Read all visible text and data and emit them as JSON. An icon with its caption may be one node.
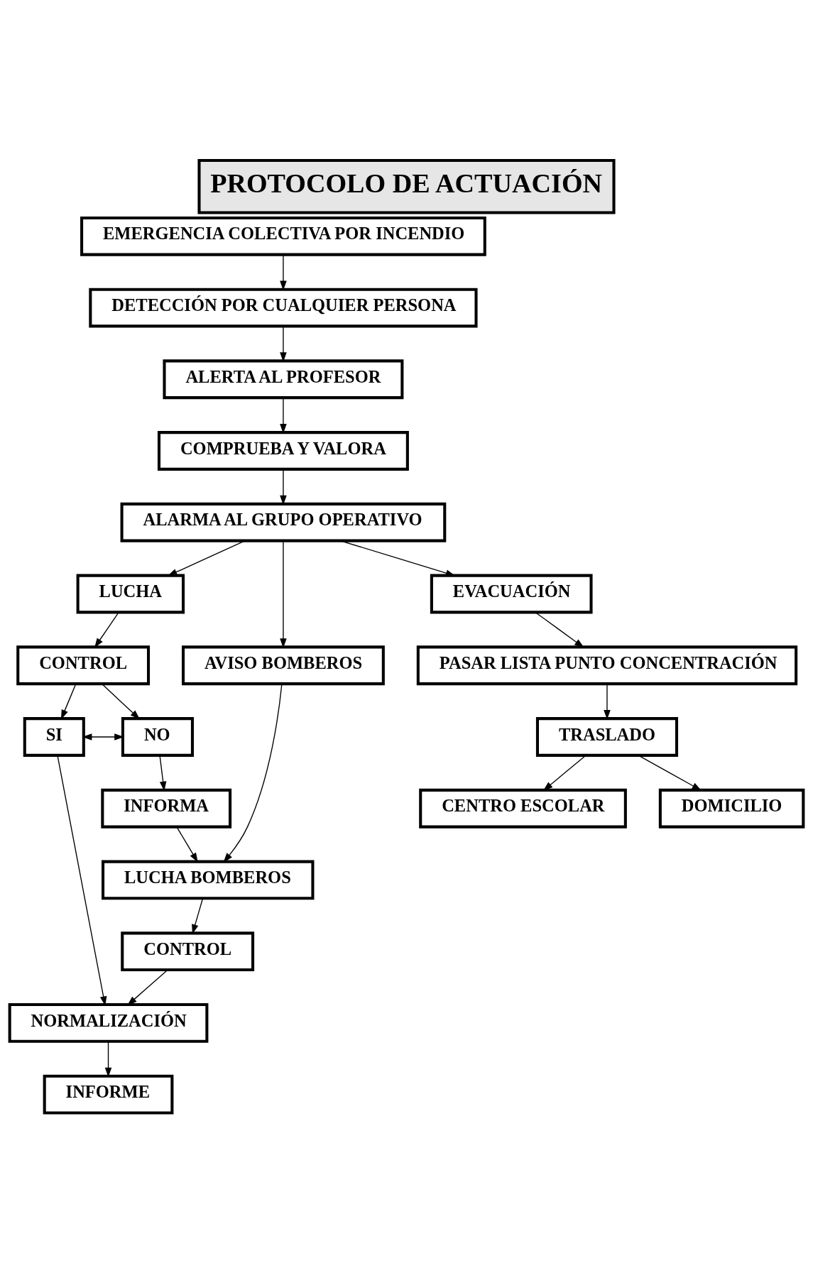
{
  "diagram": {
    "title": "PROTOCOLO DE ACTUACIÓN",
    "nodes": [
      {
        "text": [
          "EMERGENCIA COLECTIVA POR INCENDIO"
        ]
      },
      {
        "text": [
          "DETECCIÓN POR CUALQUIER PERSONA"
        ]
      },
      {
        "text": [
          "ALERTA AL PROFESOR"
        ]
      },
      {
        "text": [
          "COMPRUEBA Y VALORA"
        ]
      },
      {
        "text": [
          "ALARMA AL GRUPO OPERATIVO"
        ]
      },
      {
        "text": [
          "LUCHA"
        ]
      },
      {
        "text": [
          "AVISO BOMBEROS"
        ]
      },
      {
        "text": [
          "EVACUACIÓN"
        ]
      },
      {
        "text": [
          "CONTROL"
        ]
      },
      {
        "text": [
          "INFORMA"
        ]
      },
      {
        "text": [
          "SI"
        ]
      },
      {
        "text": [
          "NO"
        ]
      },
      {
        "text": [
          "LUCHA BOMBEROS"
        ]
      },
      {
        "text": [
          "PASAR LISTA PUNTO CONCENTRACIÓN"
        ]
      },
      {
        "text": [
          "CONTROL"
        ]
      },
      {
        "text": [
          "TRASLADO"
        ]
      },
      {
        "text": [
          "NORMALIZACIÓN"
        ]
      },
      {
        "text": [
          "INFORME"
        ]
      },
      {
        "text": [
          "CENTRO ESCOLAR"
        ]
      },
      {
        "text": [
          "DOMICILIO"
        ]
      }
    ],
    "edges": [
      {
        "from": 0,
        "to": 1,
        "arrow": "to"
      },
      {
        "from": 1,
        "to": 2,
        "arrow": "to"
      },
      {
        "from": 2,
        "to": 3,
        "arrow": "to"
      },
      {
        "from": 3,
        "to": 4,
        "arrow": "to"
      },
      {
        "from": 4,
        "to": 5,
        "arrow": "to"
      },
      {
        "from": 4,
        "to": 6,
        "arrow": "to"
      },
      {
        "from": 4,
        "to": 7,
        "arrow": "to"
      },
      {
        "from": 5,
        "to": 8,
        "arrow": "to"
      },
      {
        "from": 8,
        "to": 10,
        "arrow": "to"
      },
      {
        "from": 8,
        "to": 11,
        "arrow": "to"
      },
      {
        "from": 10,
        "to": 11,
        "arrow": "both"
      },
      {
        "from": 11,
        "to": 9,
        "arrow": "to"
      },
      {
        "from": 9,
        "to": 12,
        "arrow": "to"
      },
      {
        "from": 6,
        "to": 12,
        "arrow": "to"
      },
      {
        "from": 7,
        "to": 13,
        "arrow": "to"
      },
      {
        "from": 10,
        "to": 16,
        "arrow": "to"
      },
      {
        "from": 12,
        "to": 14,
        "arrow": "to"
      },
      {
        "from": 14,
        "to": 16,
        "arrow": "to"
      },
      {
        "from": 13,
        "to": 15,
        "arrow": "to"
      },
      {
        "from": 16,
        "to": 17,
        "arrow": "to"
      },
      {
        "from": 15,
        "to": 18,
        "arrow": "to"
      },
      {
        "from": 15,
        "to": 19,
        "arrow": "to"
      }
    ]
  }
}
